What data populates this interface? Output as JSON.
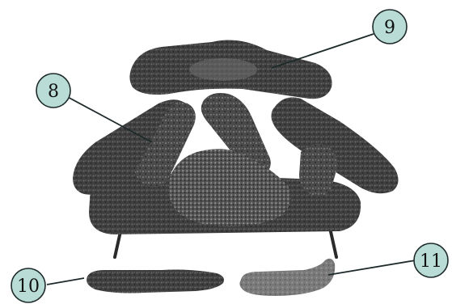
{
  "callouts": [
    {
      "id": "8",
      "label": "8"
    },
    {
      "id": "9",
      "label": "9"
    },
    {
      "id": "10",
      "label": "10"
    },
    {
      "id": "11",
      "label": "11"
    }
  ],
  "colors": {
    "callout_fill": "#b9ddd6",
    "callout_stroke": "#1f2a2b",
    "log_dark": "#3b3b3b",
    "log_mid": "#5a5a5a",
    "ember": "#8a8a8a"
  }
}
